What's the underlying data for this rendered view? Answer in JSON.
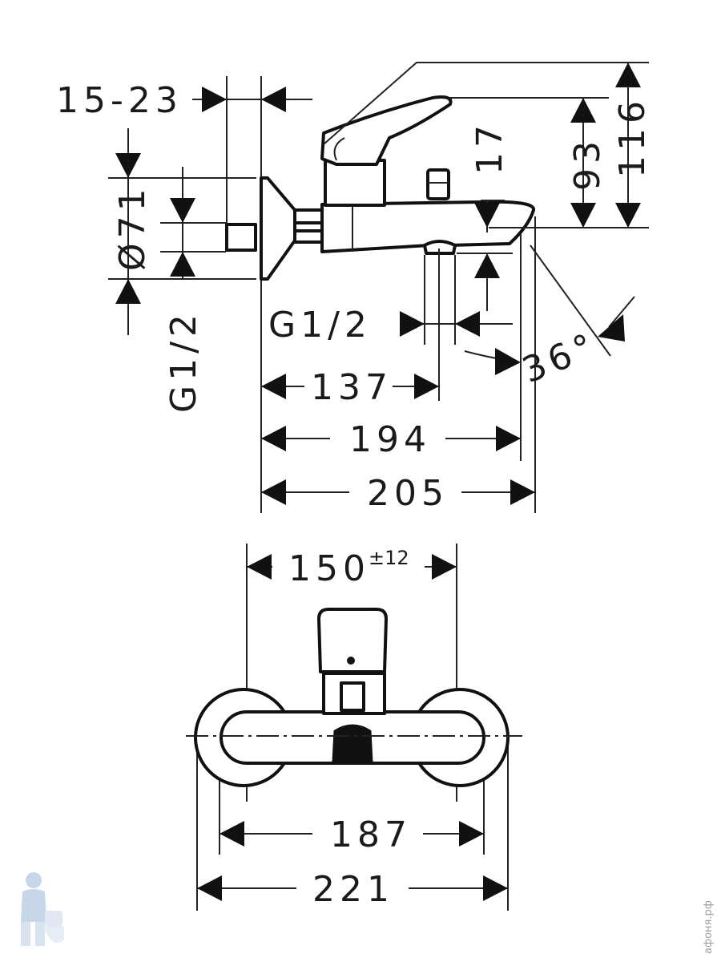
{
  "side_view": {
    "dims": {
      "depth_range": "15-23",
      "body_diameter": "Ø71",
      "inlet_thread_left": "G1/2",
      "height_to_lever": "93",
      "overall_height": "116",
      "spout_height": "17",
      "outlet_thread": "G1/2",
      "spout_angle": "36°",
      "wall_to_outlet": "137",
      "wall_to_spout": "194",
      "overall_depth": "205"
    }
  },
  "front_view": {
    "dims": {
      "center_distance": "150",
      "center_tolerance": "±12",
      "body_width": "187",
      "overall_width": "221"
    }
  },
  "watermark": {
    "site_text": "афоня.рф",
    "mascot_icon": "plumber-mascot-icon"
  }
}
